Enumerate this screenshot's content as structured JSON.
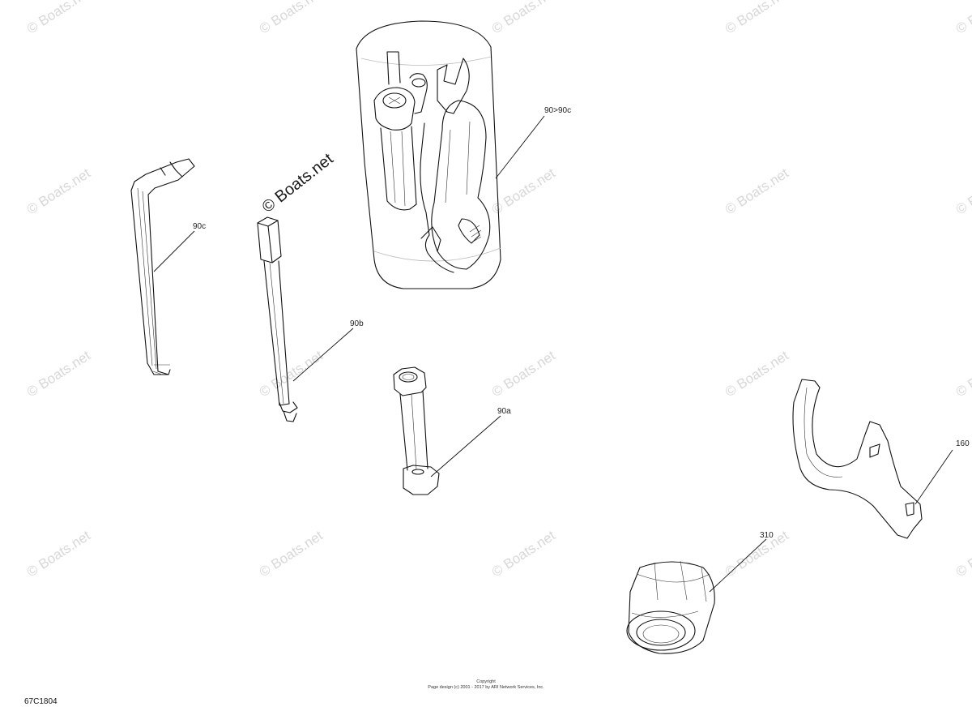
{
  "watermark": {
    "text": "© Boats.net",
    "main_text": "© Boats.net"
  },
  "callouts": {
    "c90c": "90c",
    "c90b": "90b",
    "c90a": "90a",
    "c90_90c": "90>90c",
    "c160": "160",
    "c310": "310"
  },
  "footer": {
    "copyright_title": "Copyright",
    "copyright_line": "Page design (c) 2001 - 2017 by ARI Network Services, Inc."
  },
  "diagram_code": "67C1804"
}
